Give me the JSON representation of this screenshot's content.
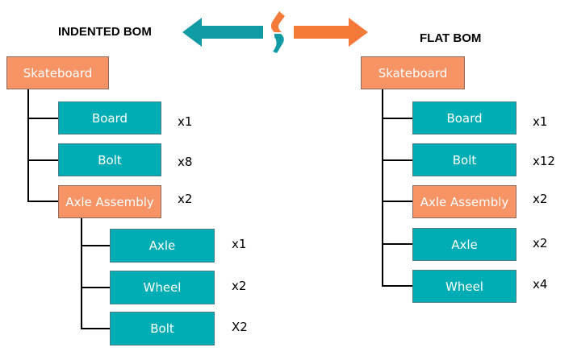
{
  "headings": {
    "indented": "INDENTED BOM",
    "flat": "FLAT BOM"
  },
  "colors": {
    "teal": "#00adb5",
    "orange": "#f69466",
    "arrow_left": "#109aa4",
    "arrow_right": "#f47a3a"
  },
  "logo_icon": "split-s-logo-icon",
  "indented": {
    "root": "Skateboard",
    "items": [
      {
        "label": "Board",
        "qty": "x1"
      },
      {
        "label": "Bolt",
        "qty": "x8"
      },
      {
        "label": "Axle Assembly",
        "qty": "x2"
      }
    ],
    "sub_items": [
      {
        "label": "Axle",
        "qty": "x1"
      },
      {
        "label": "Wheel",
        "qty": "x2"
      },
      {
        "label": "Bolt",
        "qty": "X2"
      }
    ]
  },
  "flat": {
    "root": "Skateboard",
    "items": [
      {
        "label": "Board",
        "qty": "x1"
      },
      {
        "label": "Bolt",
        "qty": "x12"
      },
      {
        "label": "Axle Assembly",
        "qty": "x2"
      },
      {
        "label": "Axle",
        "qty": "x2"
      },
      {
        "label": "Wheel",
        "qty": "x4"
      }
    ]
  }
}
